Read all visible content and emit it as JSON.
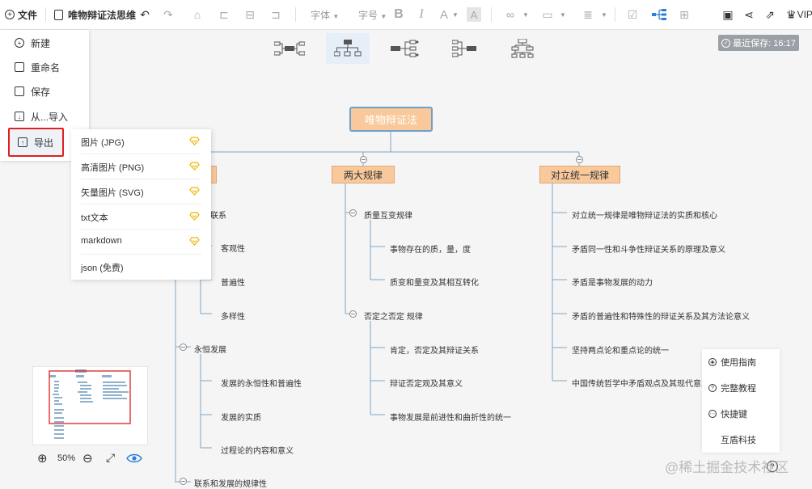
{
  "toolbar": {
    "file_label": "文件",
    "doc_title": "唯物辩证法思维",
    "font_label": "字体",
    "size_label": "字号",
    "vip_label": "VIP"
  },
  "layout_bar": {
    "saved_label": "最近保存: 16:17"
  },
  "file_menu": {
    "items": [
      {
        "label": "新建"
      },
      {
        "label": "重命名"
      },
      {
        "label": "保存"
      },
      {
        "label": "从...导入"
      },
      {
        "label": "导出"
      }
    ]
  },
  "export_menu": {
    "items": [
      {
        "label": "图片 (JPG)"
      },
      {
        "label": "高清图片 (PNG)"
      },
      {
        "label": "矢量图片 (SVG)"
      },
      {
        "label": "txt文本"
      },
      {
        "label": "markdown"
      },
      {
        "label": "json (免费)"
      }
    ]
  },
  "mindmap": {
    "root": "唯物辩证法",
    "left": {
      "items": [
        "联系",
        "客观性",
        "普遍性",
        "多样性",
        "永恒发展",
        "发展的永恒性和普遍性",
        "发展的实质",
        "过程论的内容和意义",
        "联系和发展的规律性"
      ]
    },
    "middle": {
      "title": "两大规律",
      "items": [
        "质量互变规律",
        "事物存在的质，量，度",
        "质变和量变及其相互转化",
        "否定之否定 规律",
        "肯定，否定及其辩证关系",
        "辩证否定观及其意义",
        "事物发展是前进性和曲折性的统一"
      ]
    },
    "right": {
      "title": "对立统一规律",
      "items": [
        "对立统一规律是唯物辩证法的实质和核心",
        "矛盾同一性和斗争性辩证关系的原理及意义",
        "矛盾是事物发展的动力",
        "矛盾的普遍性和特殊性的辩证关系及其方法论意义",
        "坚持两点论和重点论的统一",
        "中国传统哲学中矛盾观点及其现代意义"
      ]
    }
  },
  "zoom": {
    "level": "50%"
  },
  "help_panel": {
    "items": [
      {
        "label": "使用指南"
      },
      {
        "label": "完整教程"
      },
      {
        "label": "快捷键"
      },
      {
        "label": "互盾科技"
      }
    ]
  },
  "watermark": "@稀土掘金技术社区",
  "help_btn": "?",
  "colors": {
    "node_fill": "#f9c99b",
    "root_border": "#6fa1c8",
    "accent_blue": "#2b7fd9",
    "highlight_red": "#e02020",
    "vip_gold": "#f0b400"
  }
}
